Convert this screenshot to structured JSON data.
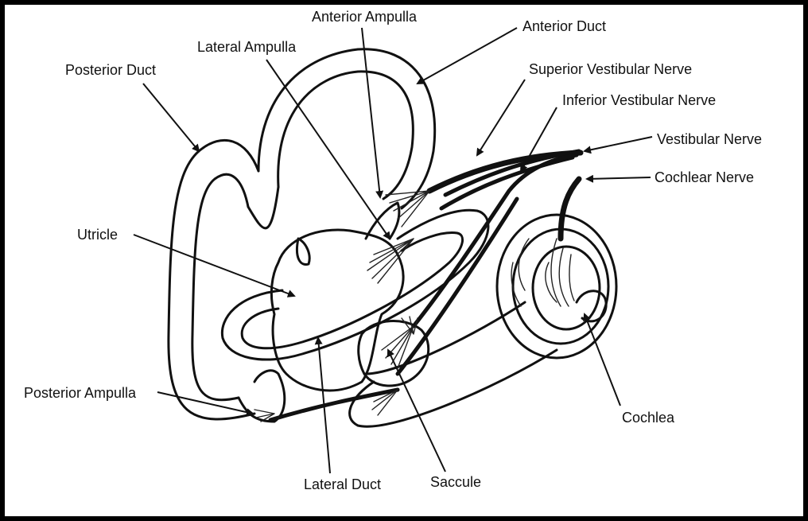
{
  "labels": {
    "anterior_ampulla": "Anterior Ampulla",
    "anterior_duct": "Anterior Duct",
    "lateral_ampulla": "Lateral Ampulla",
    "posterior_duct": "Posterior Duct",
    "superior_vestibular_nerve": "Superior Vestibular Nerve",
    "inferior_vestibular_nerve": "Inferior Vestibular Nerve",
    "vestibular_nerve": "Vestibular Nerve",
    "cochlear_nerve": "Cochlear Nerve",
    "utricle": "Utricle",
    "posterior_ampulla": "Posterior Ampulla",
    "cochlea": "Cochlea",
    "lateral_duct": "Lateral Duct",
    "saccule": "Saccule"
  },
  "colors": {
    "frame": "#000000",
    "ink": "#111111",
    "background": "#ffffff"
  }
}
